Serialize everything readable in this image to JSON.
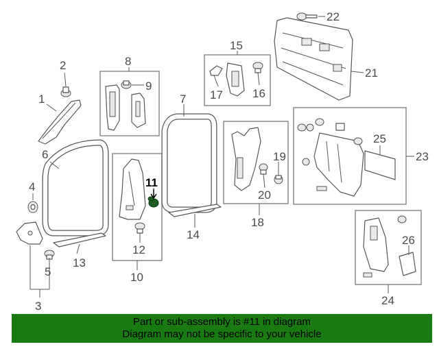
{
  "callouts": {
    "c1": "1",
    "c2": "2",
    "c3": "3",
    "c4": "4",
    "c5": "5",
    "c6": "6",
    "c7": "7",
    "c8": "8",
    "c9": "9",
    "c10": "10",
    "c11": "11",
    "c12": "12",
    "c13": "13",
    "c14": "14",
    "c15": "15",
    "c16": "16",
    "c17": "17",
    "c18": "18",
    "c19": "19",
    "c20": "20",
    "c21": "21",
    "c22": "22",
    "c23": "23",
    "c24": "24",
    "c25": "25",
    "c26": "26"
  },
  "highlight": {
    "color": "#1b5e20"
  },
  "banner": {
    "background": "#1a7a12",
    "line1": "Part or sub-assembly is #11 in diagram",
    "line2": "Diagram may not be specific to your vehicle"
  }
}
